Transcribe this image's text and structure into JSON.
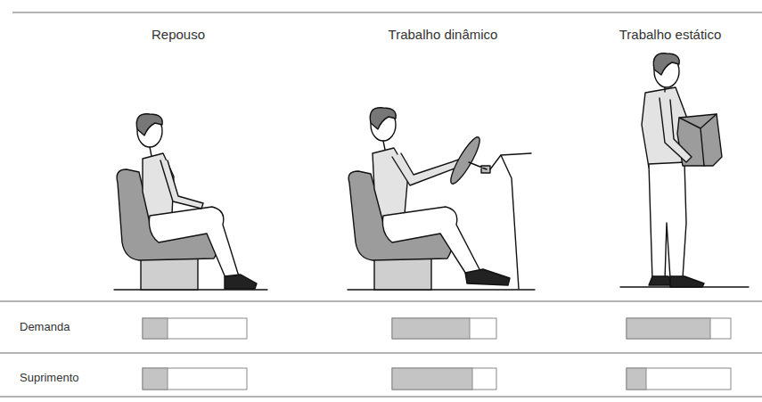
{
  "diagram": {
    "labels": [
      "Repouso",
      "Trabalho dinâmico",
      "Trabalho estático",
      "Demanda",
      "Suprimento"
    ]
  }
}
